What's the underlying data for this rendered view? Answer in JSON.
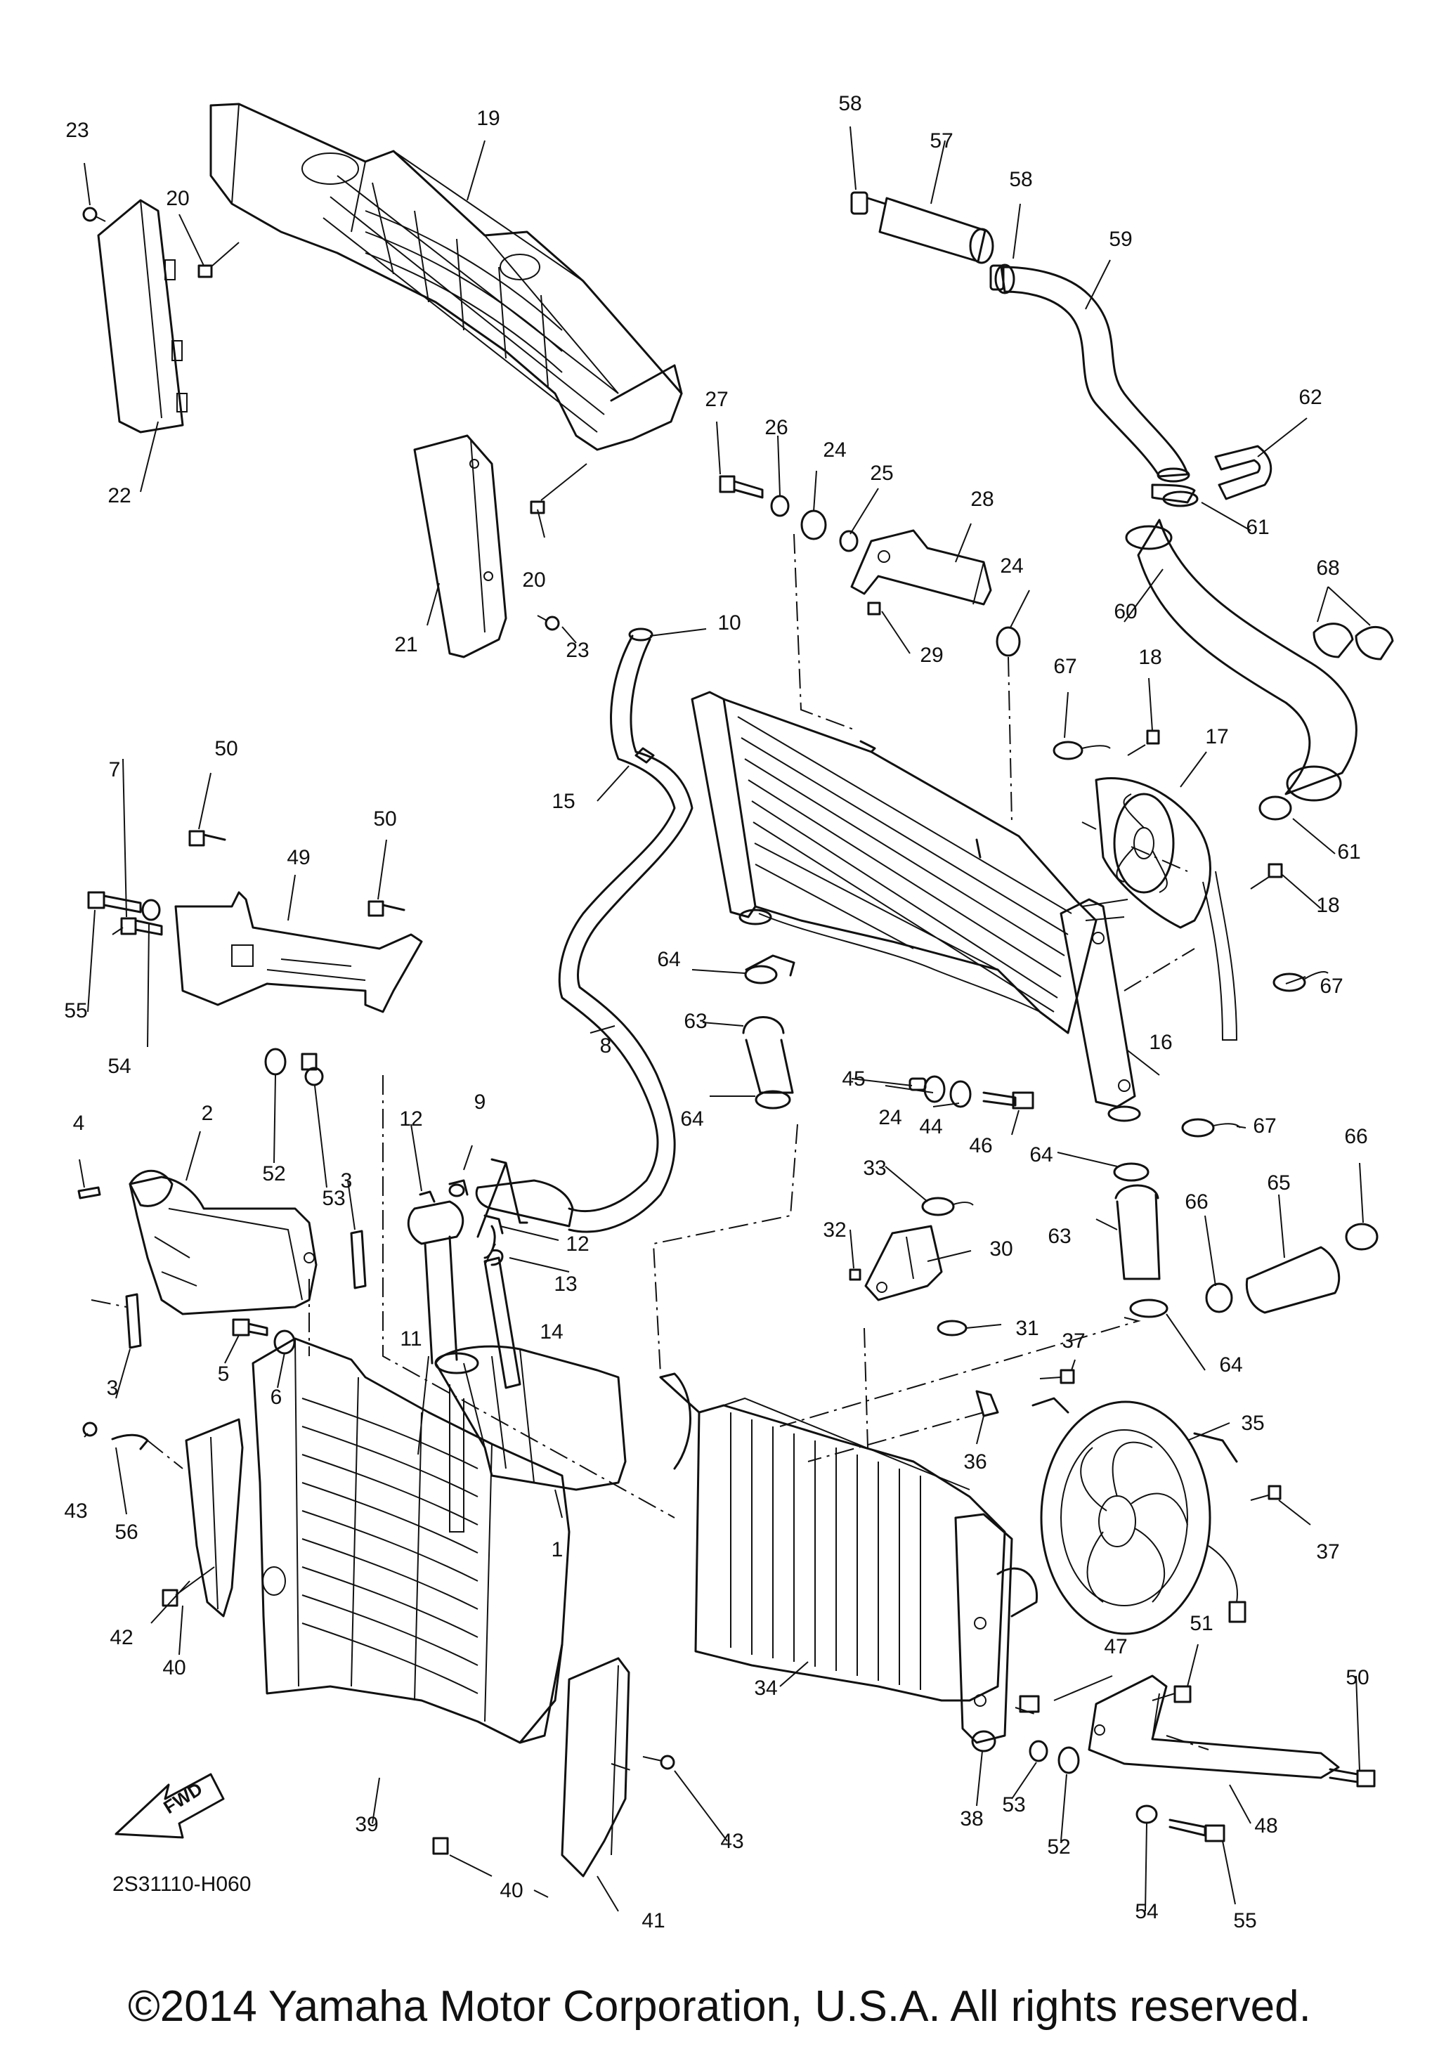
{
  "diagram": {
    "code": "2S31110-H060",
    "forward_arrow": "FWD",
    "callouts": [
      {
        "id": "c1",
        "label": "1"
      },
      {
        "id": "c2",
        "label": "2"
      },
      {
        "id": "c3a",
        "label": "3"
      },
      {
        "id": "c3b",
        "label": "3"
      },
      {
        "id": "c4",
        "label": "4"
      },
      {
        "id": "c5",
        "label": "5"
      },
      {
        "id": "c6",
        "label": "6"
      },
      {
        "id": "c7",
        "label": "7"
      },
      {
        "id": "c8",
        "label": "8"
      },
      {
        "id": "c9",
        "label": "9"
      },
      {
        "id": "c10",
        "label": "10"
      },
      {
        "id": "c11",
        "label": "11"
      },
      {
        "id": "c12a",
        "label": "12"
      },
      {
        "id": "c12b",
        "label": "12"
      },
      {
        "id": "c13",
        "label": "13"
      },
      {
        "id": "c14",
        "label": "14"
      },
      {
        "id": "c15",
        "label": "15"
      },
      {
        "id": "c16",
        "label": "16"
      },
      {
        "id": "c17",
        "label": "17"
      },
      {
        "id": "c18a",
        "label": "18"
      },
      {
        "id": "c18b",
        "label": "18"
      },
      {
        "id": "c19",
        "label": "19"
      },
      {
        "id": "c20a",
        "label": "20"
      },
      {
        "id": "c20b",
        "label": "20"
      },
      {
        "id": "c21",
        "label": "21"
      },
      {
        "id": "c22",
        "label": "22"
      },
      {
        "id": "c23a",
        "label": "23"
      },
      {
        "id": "c23b",
        "label": "23"
      },
      {
        "id": "c24a",
        "label": "24"
      },
      {
        "id": "c24b",
        "label": "24"
      },
      {
        "id": "c24c",
        "label": "24"
      },
      {
        "id": "c25",
        "label": "25"
      },
      {
        "id": "c26",
        "label": "26"
      },
      {
        "id": "c27",
        "label": "27"
      },
      {
        "id": "c28",
        "label": "28"
      },
      {
        "id": "c29",
        "label": "29"
      },
      {
        "id": "c30",
        "label": "30"
      },
      {
        "id": "c31",
        "label": "31"
      },
      {
        "id": "c32",
        "label": "32"
      },
      {
        "id": "c33",
        "label": "33"
      },
      {
        "id": "c34",
        "label": "34"
      },
      {
        "id": "c35",
        "label": "35"
      },
      {
        "id": "c36",
        "label": "36"
      },
      {
        "id": "c37a",
        "label": "37"
      },
      {
        "id": "c37b",
        "label": "37"
      },
      {
        "id": "c38",
        "label": "38"
      },
      {
        "id": "c39",
        "label": "39"
      },
      {
        "id": "c40a",
        "label": "40"
      },
      {
        "id": "c40b",
        "label": "40"
      },
      {
        "id": "c41",
        "label": "41"
      },
      {
        "id": "c42",
        "label": "42"
      },
      {
        "id": "c43a",
        "label": "43"
      },
      {
        "id": "c43b",
        "label": "43"
      },
      {
        "id": "c44",
        "label": "44"
      },
      {
        "id": "c45",
        "label": "45"
      },
      {
        "id": "c46",
        "label": "46"
      },
      {
        "id": "c47",
        "label": "47"
      },
      {
        "id": "c48",
        "label": "48"
      },
      {
        "id": "c49",
        "label": "49"
      },
      {
        "id": "c50a",
        "label": "50"
      },
      {
        "id": "c50b",
        "label": "50"
      },
      {
        "id": "c50c",
        "label": "50"
      },
      {
        "id": "c51",
        "label": "51"
      },
      {
        "id": "c52a",
        "label": "52"
      },
      {
        "id": "c52b",
        "label": "52"
      },
      {
        "id": "c53a",
        "label": "53"
      },
      {
        "id": "c53b",
        "label": "53"
      },
      {
        "id": "c54a",
        "label": "54"
      },
      {
        "id": "c54b",
        "label": "54"
      },
      {
        "id": "c55a",
        "label": "55"
      },
      {
        "id": "c55b",
        "label": "55"
      },
      {
        "id": "c56",
        "label": "56"
      },
      {
        "id": "c57",
        "label": "57"
      },
      {
        "id": "c58a",
        "label": "58"
      },
      {
        "id": "c58b",
        "label": "58"
      },
      {
        "id": "c59",
        "label": "59"
      },
      {
        "id": "c60",
        "label": "60"
      },
      {
        "id": "c61a",
        "label": "61"
      },
      {
        "id": "c61b",
        "label": "61"
      },
      {
        "id": "c62",
        "label": "62"
      },
      {
        "id": "c63a",
        "label": "63"
      },
      {
        "id": "c63b",
        "label": "63"
      },
      {
        "id": "c64a",
        "label": "64"
      },
      {
        "id": "c64b",
        "label": "64"
      },
      {
        "id": "c64c",
        "label": "64"
      },
      {
        "id": "c64d",
        "label": "64"
      },
      {
        "id": "c65",
        "label": "65"
      },
      {
        "id": "c66a",
        "label": "66"
      },
      {
        "id": "c66b",
        "label": "66"
      },
      {
        "id": "c67a",
        "label": "67"
      },
      {
        "id": "c67b",
        "label": "67"
      },
      {
        "id": "c67c",
        "label": "67"
      },
      {
        "id": "c68",
        "label": "68"
      }
    ]
  },
  "footer": {
    "copyright": "©2014 Yamaha Motor Corporation, U.S.A. All rights reserved."
  }
}
